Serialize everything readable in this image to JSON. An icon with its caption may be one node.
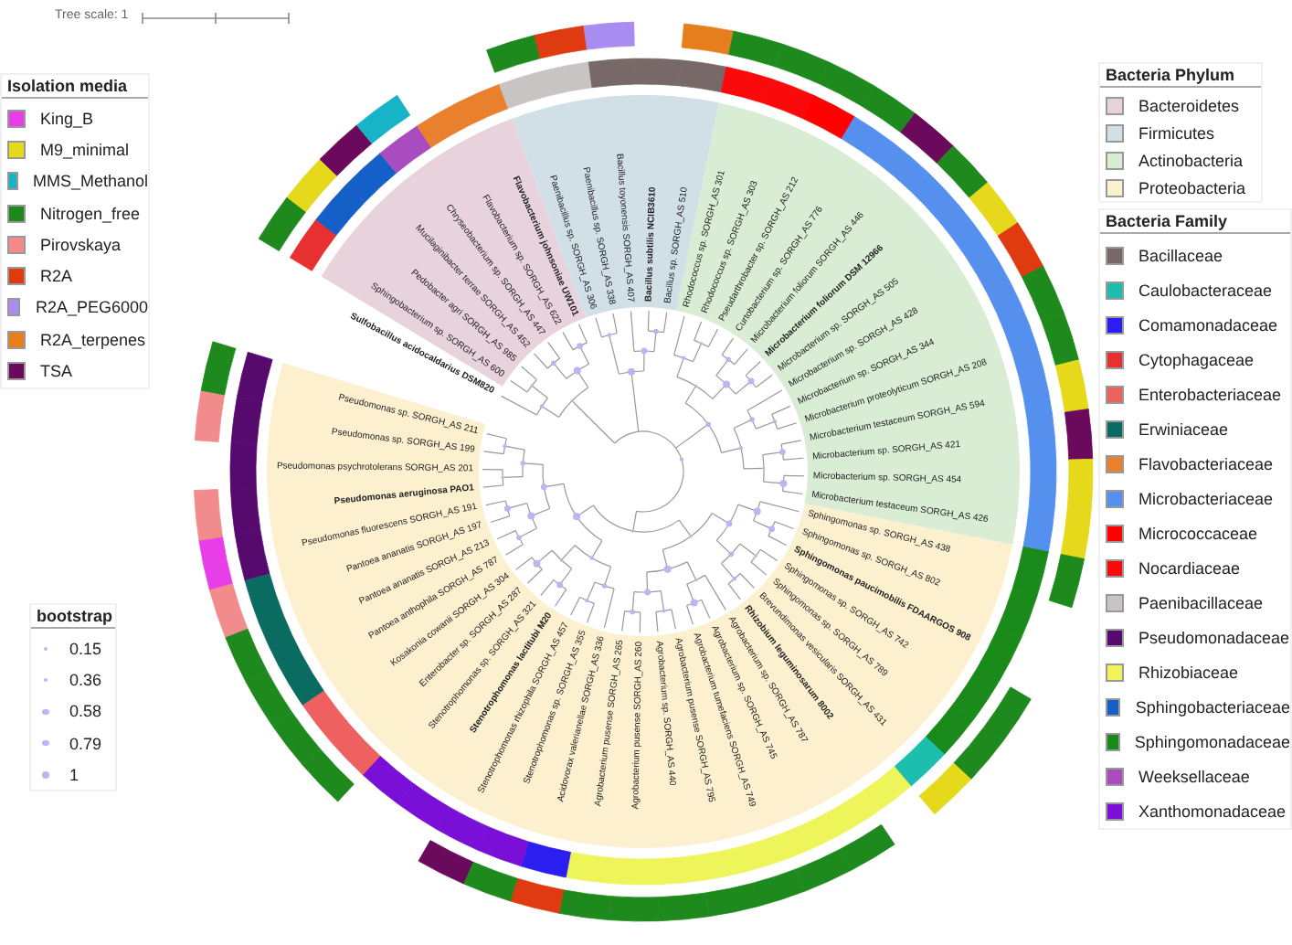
{
  "diagram": {
    "labels": [
      "Tree scale: 1",
      "Isolation media",
      "Bacteria Phylum",
      "Bacteria Family",
      "bootstrap",
      "Sulfobacillus acidocaldarius DSM820",
      "Sphingobacterium sp. SORGH_AS 600",
      "Pedobacter agri SORGH_AS 985",
      "Mucilaginibacter terrae SORGH_AS 452",
      "Chryseobacterium sp. SORGH_AS 447",
      "Flavobacterium sp. SORGH_AS 622",
      "Flavobacterium johnsoniae UW101",
      "Paenibacillus sp. SORGH_AS 306",
      "Paenibacillus sp. SORGH_AS 338",
      "Bacillus toyonensis SORGH_AS 407",
      "Bacillus subtilis NCIB3610",
      "Bacillus sp. SORGH_AS 510",
      "Rhodococcus sp. SORGH_AS 301",
      "Rhodococcus sp. SORGH_AS 303",
      "Pseudarthrobacter sp. SORGH_AS 212",
      "Curtobacterium sp. SORGH_AS 776",
      "Microbacterium foliorum SORGH_AS 446",
      "Microbacterium foliorum DSM 12966",
      "Microbacterium sp. SORGH_AS 505",
      "Microbacterium sp. SORGH_AS 428",
      "Microbacterium sp. SORGH_AS 344",
      "Microbacterium proteolyticum SORGH_AS 208",
      "Microbacterium testaceum SORGH_AS 594",
      "Microbacterium sp. SORGH_AS 421",
      "Microbacterium sp. SORGH_AS 454",
      "Microbacterium testaceum SORGH_AS 426",
      "Pseudomonas sp. SORGH_AS 211",
      "Pseudomonas sp. SORGH_AS 199",
      "Pseudomonas psychrotolerans SORGH_AS 201",
      "Pseudomonas aeruginosa PAO1",
      "Pseudomonas fluorescens SORGH_AS 191",
      "Pantoea ananatis SORGH_AS 197",
      "Pantoea ananatis SORGH_AS 213",
      "Pantoea anthophila SORGH_AS 787",
      "Kosakonia cowanii SORGH_AS 304",
      "Enterobacter sp. SORGH_AS 287",
      "Stenotrophomonas sp. SORGH_AS 321",
      "Stenotrophomonas lactitubi M20",
      "Stenotrophomonas rhizophila SORGH_AS 457",
      "Stenotrophomonas sp. SORGH_AS 355",
      "Acidovorax valerianellae SORGH_AS 336",
      "Agrobacterium pusense SORGH_AS 265",
      "Agrobacterium pusense SORGH_AS 260",
      "Agrobacterium sp. SORGH_AS 440",
      "Agrobacterium pusense SORGH_AS 795",
      "Agrobacterium tumefaciens SORGH_AS 749",
      "Agrobacterium sp. SORGH_AS 745",
      "Agrobacterium sp. SORGH_AS 787",
      "Rhizobium leguminosarum 8002",
      "Brevundimonas vesicularis SORGH_AS 431",
      "Sphingomonas sp. SORGH_AS 789",
      "Sphingomonas sp. SORGH_AS 742",
      "Sphingomonas paucimobilis FDAARGOS 908",
      "Sphingomonas sp. SORGH_AS 802",
      "Sphingomonas sp. SORGH_AS 438"
    ],
    "legend": [
      {
        "text": "King_B",
        "color": "#e83ee8"
      },
      {
        "text": "M9_minimal",
        "color": "#e6d81a"
      },
      {
        "text": "MMS_Methanol",
        "color": "#17b3c6"
      },
      {
        "text": "Nitrogen_free",
        "color": "#1e8a1e"
      },
      {
        "text": "Pirovskaya",
        "color": "#f28b8b"
      },
      {
        "text": "R2A",
        "color": "#e03a10"
      },
      {
        "text": "R2A_PEG6000",
        "color": "#a98cf0"
      },
      {
        "text": "R2A_terpenes",
        "color": "#e67e1e"
      },
      {
        "text": "TSA",
        "color": "#6b0a5c"
      },
      {
        "text": "Bacteroidetes",
        "color": "#e8d2dc"
      },
      {
        "text": "Firmicutes",
        "color": "#d0e0e6"
      },
      {
        "text": "Actinobacteria",
        "color": "#d9ecd4"
      },
      {
        "text": "Proteobacteria",
        "color": "#fdf0cf"
      },
      {
        "text": "Bacillaceae",
        "color": "#786868"
      },
      {
        "text": "Caulobacteraceae",
        "color": "#1cbfad"
      },
      {
        "text": "Comamonadaceae",
        "color": "#2a1ef0"
      },
      {
        "text": "Cytophagaceae",
        "color": "#e83030"
      },
      {
        "text": "Enterobacteriaceae",
        "color": "#ef6060"
      },
      {
        "text": "Erwiniaceae",
        "color": "#0a6b60"
      },
      {
        "text": "Flavobacteriaceae",
        "color": "#e8802e"
      },
      {
        "text": "Microbacteriaceae",
        "color": "#5590ee"
      },
      {
        "text": "Micrococcaceae",
        "color": "#ff0000"
      },
      {
        "text": "Nocardiaceae",
        "color": "#fa0a0a"
      },
      {
        "text": "Paenibacillaceae",
        "color": "#c8c4c4"
      },
      {
        "text": "Pseudomonadaceae",
        "color": "#560a6e"
      },
      {
        "text": "Rhizobiaceae",
        "color": "#eef55a"
      },
      {
        "text": "Sphingobacteriaceae",
        "color": "#1560c8"
      },
      {
        "text": "Sphingomonadaceae",
        "color": "#1a8a1a"
      },
      {
        "text": "Weeksellaceae",
        "color": "#a84cc0"
      },
      {
        "text": "Xanthomonadaceae",
        "color": "#7a10d8"
      },
      {
        "text": "0.15"
      },
      {
        "text": "0.36"
      },
      {
        "text": "0.58"
      },
      {
        "text": "0.79"
      },
      {
        "text": "1"
      }
    ]
  }
}
